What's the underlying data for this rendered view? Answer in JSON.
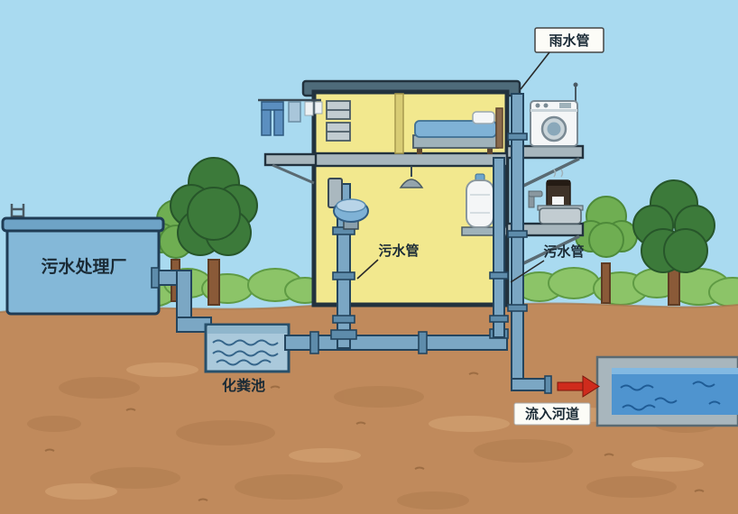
{
  "diagram": {
    "labels": {
      "rain_pipe": "雨水管",
      "indoor_sewage_pipe": "污水管",
      "outdoor_sewage_pipe": "污水管",
      "septic_tank": "化粪池",
      "treatment_plant": "污水处理厂",
      "flow_into_river": "流入河道"
    },
    "colors": {
      "sky": "#a9daf0",
      "ground": "#c08a5c",
      "house_interior": "#f2e88e",
      "pipe": "#7ba7c4",
      "river_water": "#4f94cf",
      "tank_blue": "#84b8d8",
      "septic_blue": "#aac9db",
      "tree_dark": "#3c7a3a",
      "tree_light": "#6fae52",
      "arrow_red": "#cf2b1c"
    }
  }
}
